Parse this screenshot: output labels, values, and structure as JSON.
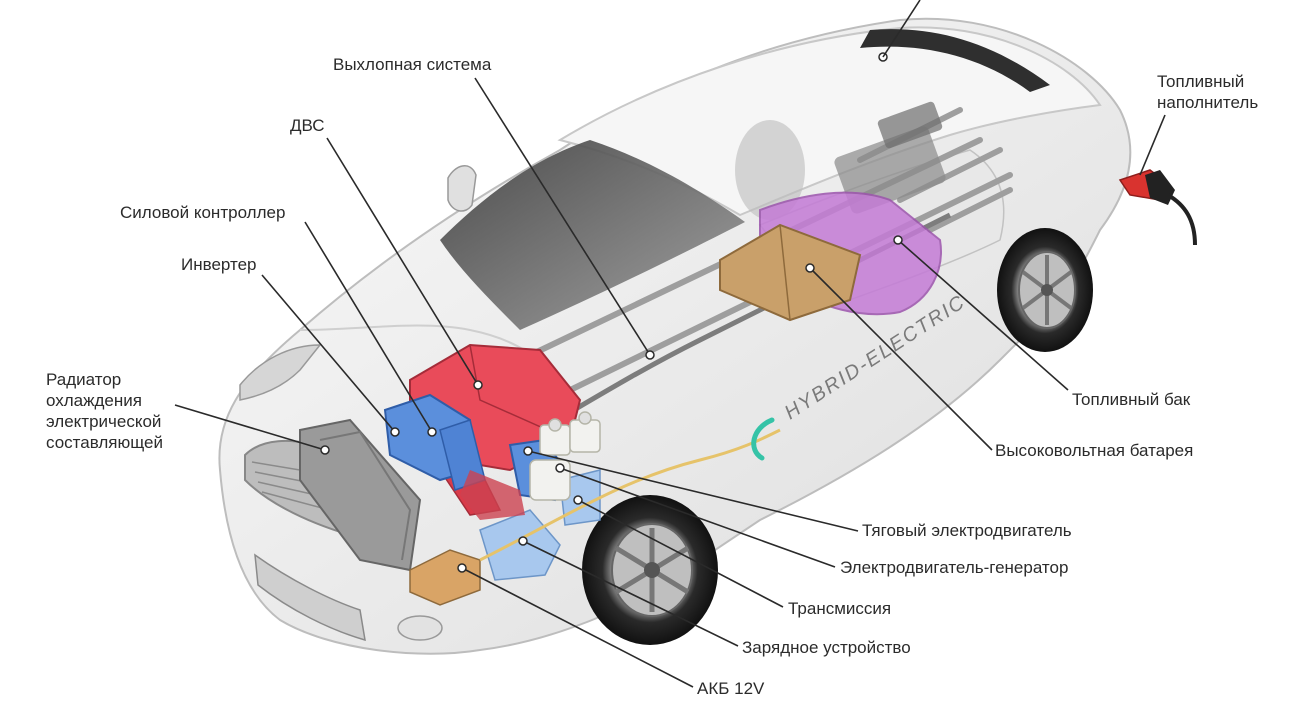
{
  "labels": {
    "exhaust": "Выхлопная система",
    "ice": "ДВС",
    "power_controller": "Силовой контроллер",
    "inverter": "Инвертер",
    "radiator": [
      "Радиатор",
      "охлаждения",
      "электрической",
      "составляющей"
    ],
    "fuel_filler": [
      "Топливный",
      "наполнитель"
    ],
    "fuel_tank": "Топливный бак",
    "hv_battery": "Высоковольтная батарея",
    "traction_motor": "Тяговый электродвигатель",
    "motor_generator": "Электродвигатель-генератор",
    "transmission": "Трансмиссия",
    "charger": "Зарядное устройство",
    "battery_12v": "АКБ 12V"
  },
  "car_side_text": "HYBRID-ELECTRIC",
  "colors": {
    "engine": "#e94b5a",
    "electric_blue": "#5b8fdc",
    "fuel_tank": "#c47bd6",
    "hv_battery": "#c9a06a",
    "car_body": "#eeeeee",
    "leader_line": "#2a2a2a",
    "logo_teal": "#35c3a7"
  },
  "icons": [
    "fuel-nozzle-icon"
  ]
}
